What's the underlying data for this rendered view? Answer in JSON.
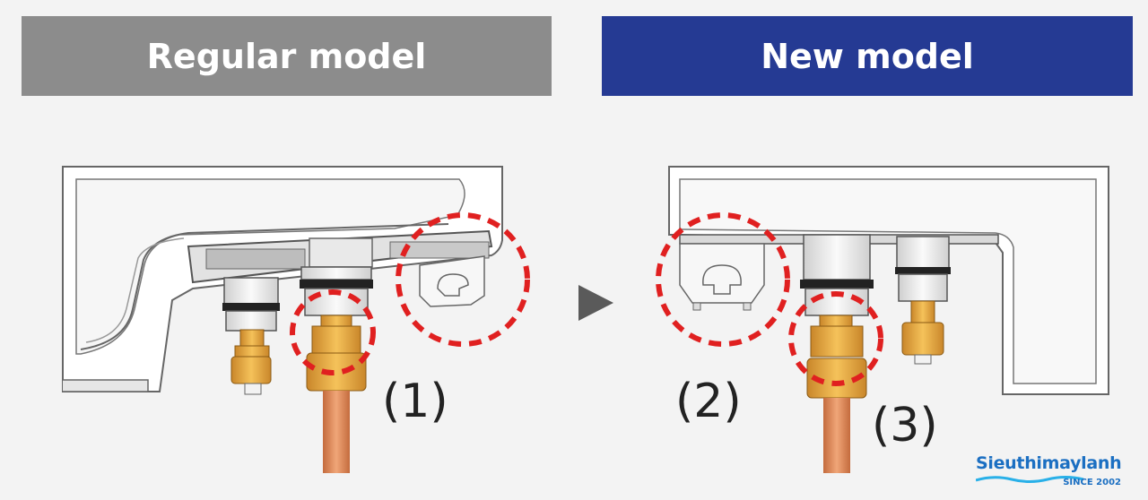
{
  "banners": {
    "left": "Regular model",
    "right": "New model"
  },
  "labels": {
    "one": "(1)",
    "two": "(2)",
    "three": "(3)"
  },
  "logo": {
    "brand": "Sieuthimaylanh",
    "since": "SINCE 2002"
  },
  "colors": {
    "regular_banner": "#8c8c8c",
    "new_banner": "#253a93",
    "highlight": "#e02020",
    "brass": "#e9ad3f",
    "copper": "#d98a5a"
  },
  "icons": {
    "arrow": "play-arrow-icon"
  }
}
